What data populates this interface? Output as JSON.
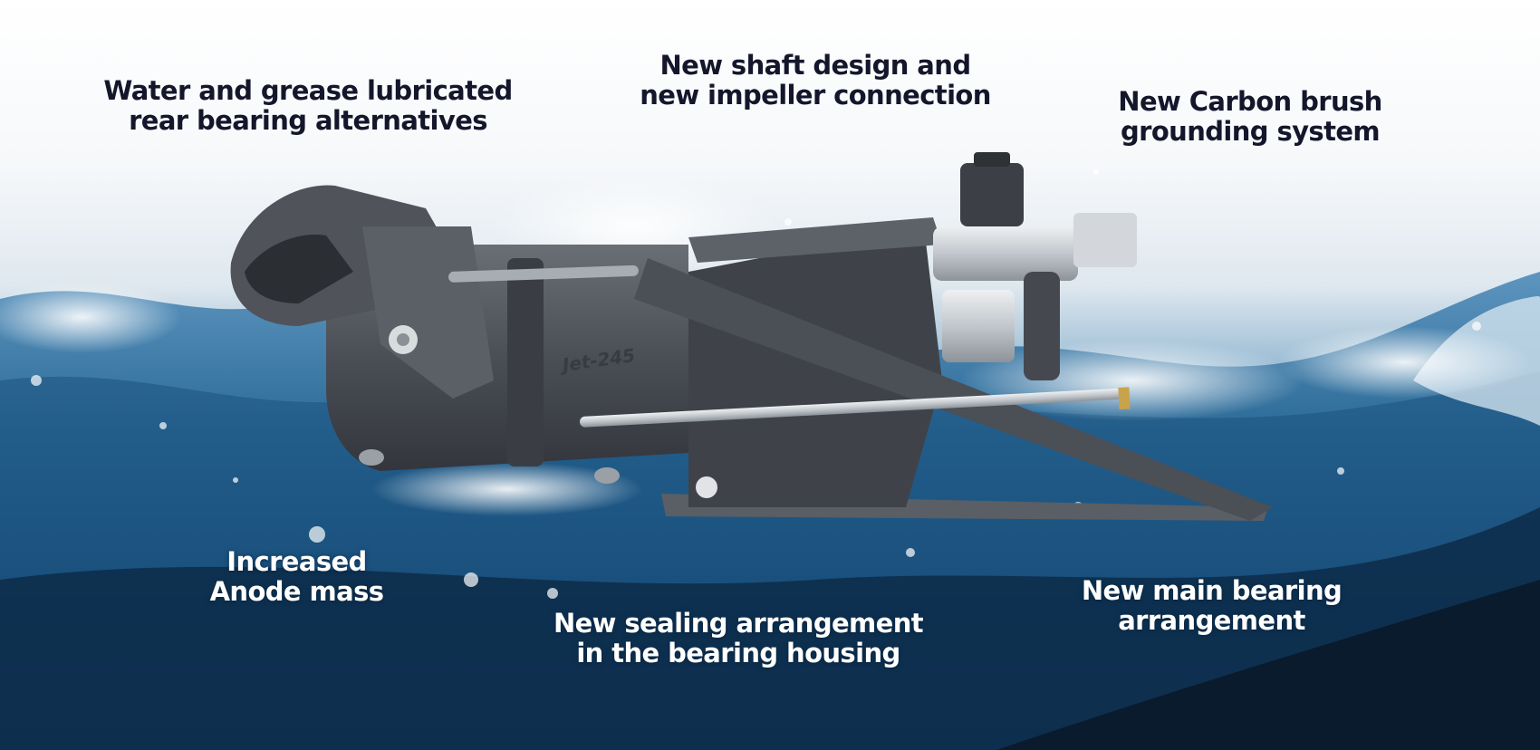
{
  "captions": {
    "rear_bearing": {
      "line1": "Water and grease lubricated",
      "line2": "rear bearing alternatives"
    },
    "shaft": {
      "line1": "New shaft design and",
      "line2": "new impeller connection"
    },
    "carbon_brush": {
      "line1": "New Carbon brush",
      "line2": "grounding system"
    },
    "anode": {
      "line1": "Increased",
      "line2": "Anode mass"
    },
    "sealing": {
      "line1": "New sealing arrangement",
      "line2": "in the bearing housing"
    },
    "main_bearing": {
      "line1": "New main bearing",
      "line2": "arrangement"
    }
  },
  "product": {
    "model_marking": "Jet-245"
  },
  "colors": {
    "caption_dark": "#14172b",
    "caption_light": "#ffffff",
    "water_deep": "#0b2238",
    "water_mid": "#1f5b86",
    "unit_body": "#4a4e55",
    "metal": "#c9cdd2"
  }
}
